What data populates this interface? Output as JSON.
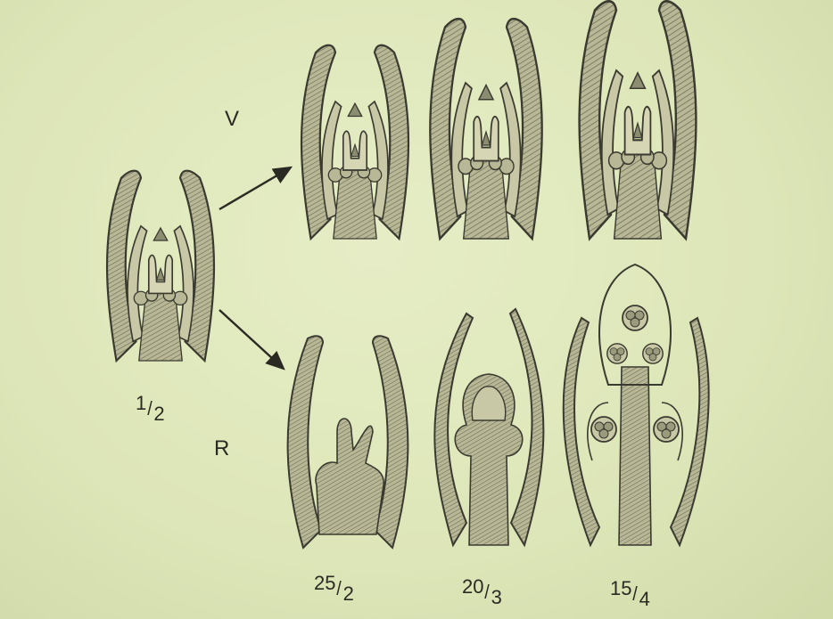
{
  "row_labels": {
    "top": "V",
    "bottom": "R"
  },
  "stage_labels": {
    "start": {
      "num": "1",
      "den": "2"
    },
    "r1": {
      "num": "25",
      "den": "2"
    },
    "r2": {
      "num": "20",
      "den": "3"
    },
    "r3": {
      "num": "15",
      "den": "4"
    }
  },
  "colors": {
    "paper": "#dde6b8",
    "ink": "#3a3a30",
    "shade": "#8c8c70"
  }
}
